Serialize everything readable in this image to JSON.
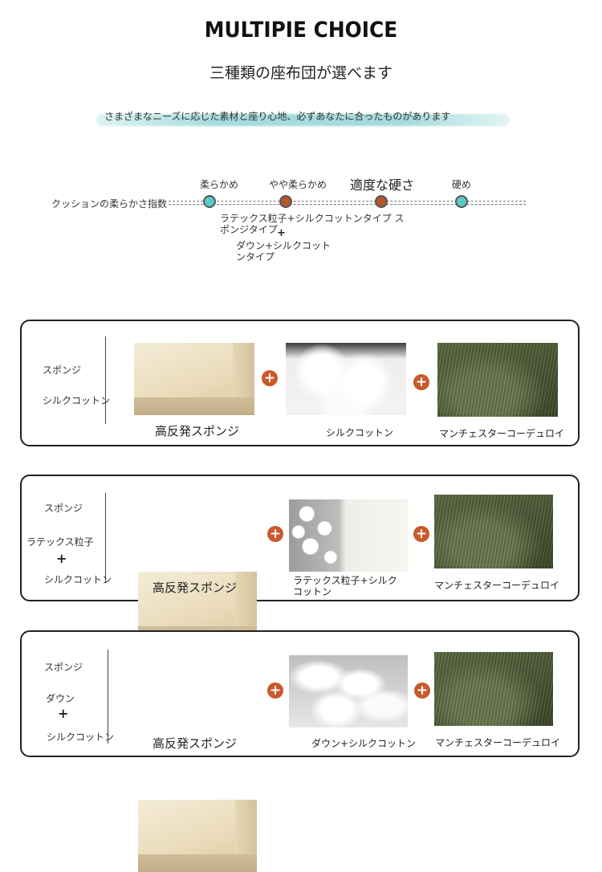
{
  "header": {
    "title": "MULTIPIE CHOICE",
    "subtitle": "三種類の座布団が選べます",
    "banner_text": "さまざまなニーズに応じた素材と座り心地、必ずあなたに合ったものがあります"
  },
  "softness_scale": {
    "label": "クッションの柔らかさ指数",
    "levels": [
      "柔らかめ",
      "やや柔らかめ",
      "適度な硬さ",
      "硬め"
    ],
    "desc1": "ラテックス粒子+シルクコットンタイプ ス\nポンジタイプ",
    "plus": "+",
    "desc2": "ダウン+シルクコット\nンタイプ",
    "colors": {
      "teal": "#5cc8cc",
      "brown": "#b0582a"
    }
  },
  "plus_symbol": "+",
  "panels": [
    {
      "sidebar": [
        "スポンジ",
        "シルクコットン"
      ],
      "captions": [
        "高反発スポンジ",
        "シルクコットン",
        "マンチェスターコーデュロイ"
      ]
    },
    {
      "sidebar": [
        "スポンジ",
        "ラテックス粒子",
        "+",
        "シルクコットン"
      ],
      "captions": [
        "高反発スポンジ",
        "ラテックス粒子+シルク\nコットン",
        "マンチェスターコーデュロイ"
      ]
    },
    {
      "sidebar": [
        "スポンジ",
        "ダウン",
        "+",
        "シルクコットン"
      ],
      "captions": [
        "高反発スポンジ",
        "ダウン+シルクコットン",
        "マンチェスターコーデュロイ"
      ]
    }
  ]
}
